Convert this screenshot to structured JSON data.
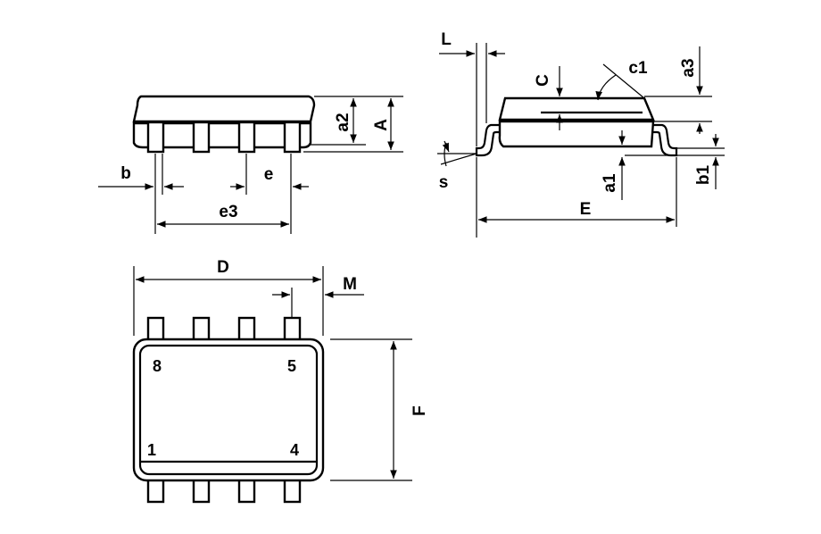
{
  "labels": {
    "b": "b",
    "e": "e",
    "e3": "e3",
    "a2": "a2",
    "A": "A",
    "L": "L",
    "C": "C",
    "c1": "c1",
    "a3": "a3",
    "s": "s",
    "a1": "a1",
    "b1": "b1",
    "E": "E",
    "D": "D",
    "M": "M",
    "F": "F"
  },
  "pins": {
    "p8": "8",
    "p5": "5",
    "p1": "1",
    "p4": "4"
  }
}
